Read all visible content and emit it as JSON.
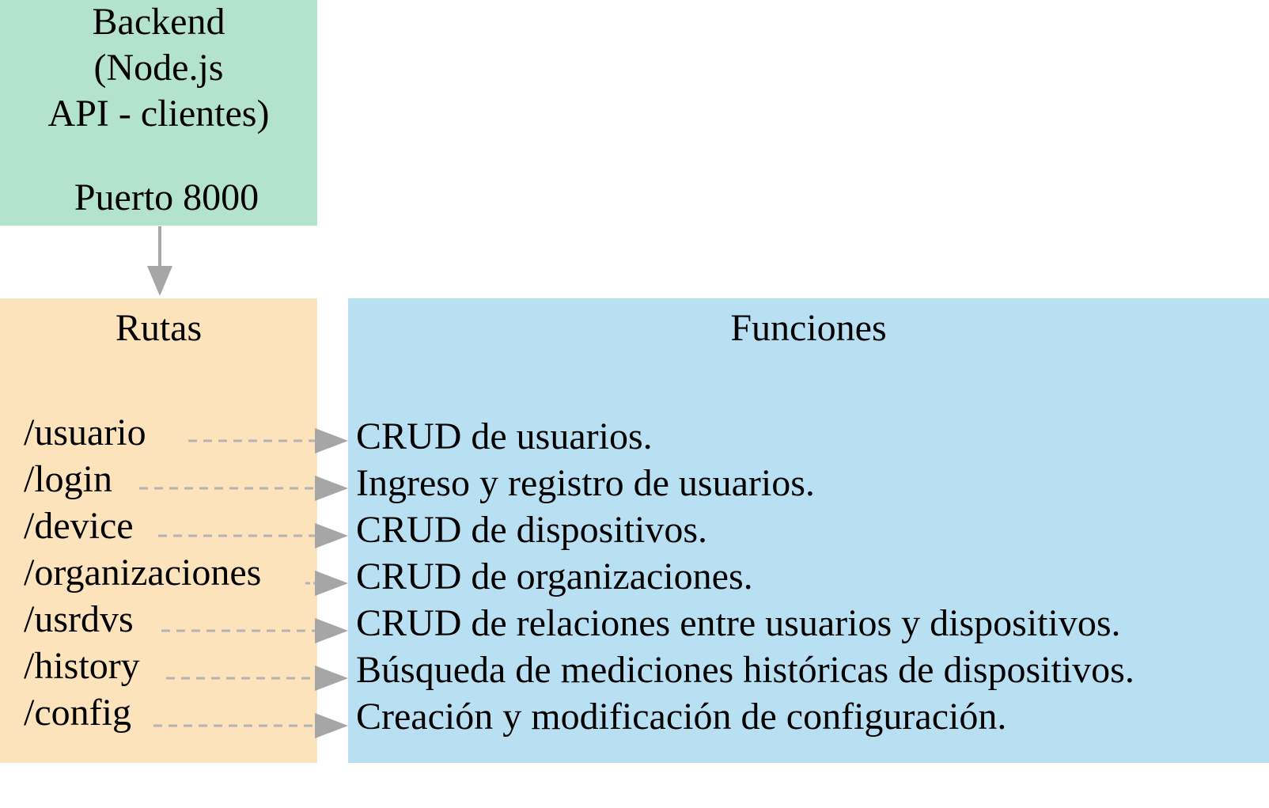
{
  "backend": {
    "lines": [
      "Backend",
      "(Node.js",
      "API - clientes)"
    ],
    "port": "Puerto 8000"
  },
  "rutas": {
    "title": "Rutas",
    "items": [
      "/usuario",
      "/login",
      "/device",
      "/organizaciones",
      "/usrdvs",
      "/history",
      "/config"
    ]
  },
  "funciones": {
    "title": "Funciones",
    "items": [
      "CRUD de usuarios.",
      "Ingreso y registro de usuarios.",
      "CRUD de dispositivos.",
      "CRUD de organizaciones.",
      "CRUD de relaciones entre usuarios y dispositivos.",
      "Búsqueda de mediciones históricas de dispositivos.",
      "Creación y modificación de configuración."
    ]
  },
  "colors": {
    "backend": "#b3e2cd",
    "rutas": "#fde3bc",
    "funciones": "#b9e0f2",
    "arrow": "#a6a6a6"
  }
}
